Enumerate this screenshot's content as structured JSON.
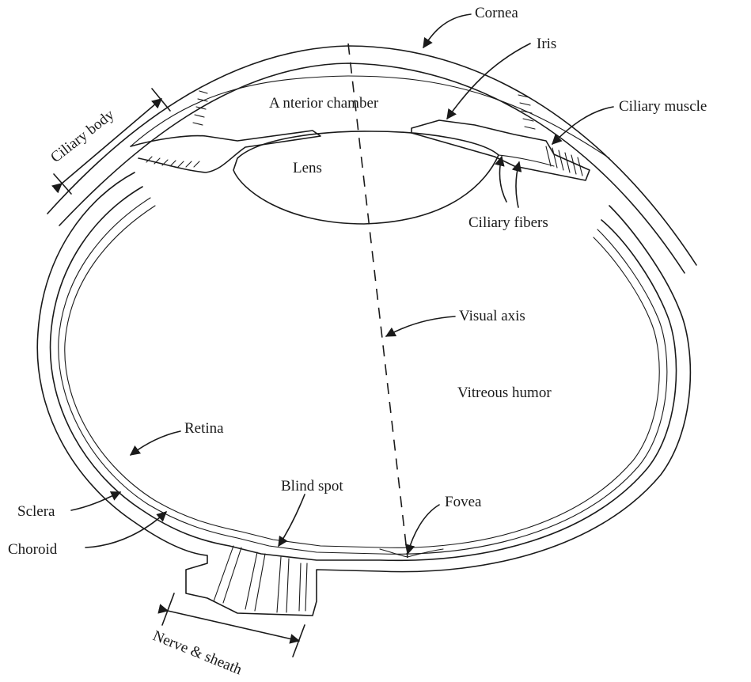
{
  "labels": {
    "cornea": "Cornea",
    "iris": "Iris",
    "ciliary_muscle": "Ciliary muscle",
    "ciliary_body": "Ciliary body",
    "anterior_chamber": "A nterior chamber",
    "lens": "Lens",
    "ciliary_fibers": "Ciliary fibers",
    "visual_axis": "Visual axis",
    "vitreous_humor": "Vitreous humor",
    "retina": "Retina",
    "blind_spot": "Blind spot",
    "fovea": "Fovea",
    "sclera": "Sclera",
    "choroid": "Choroid",
    "nerve_sheath": "Nerve & sheath"
  }
}
